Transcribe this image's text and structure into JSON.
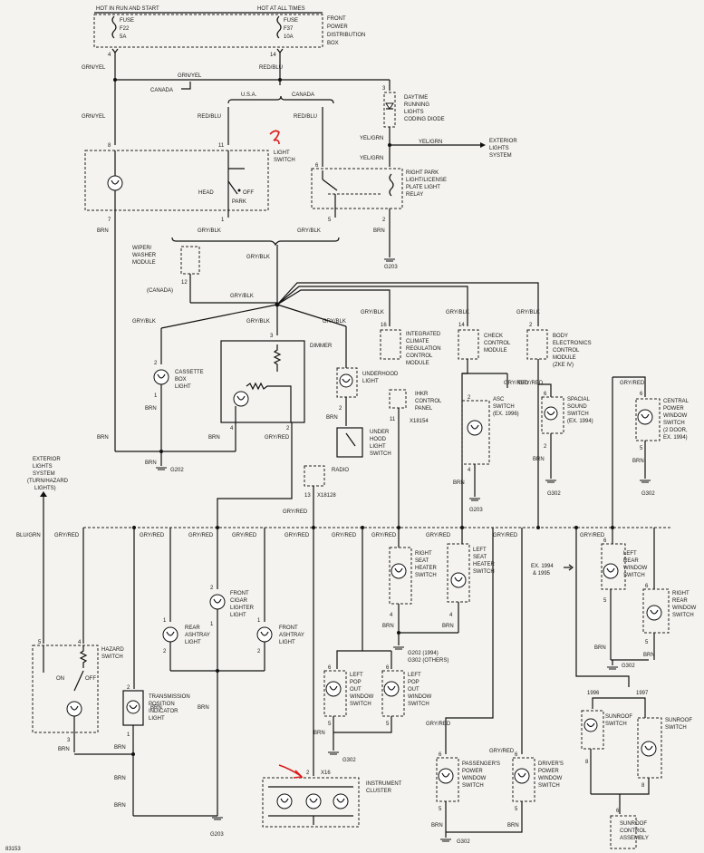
{
  "header": {
    "hot_run_start": "HOT IN RUN AND START",
    "hot_all_times": "HOT AT ALL TIMES",
    "fuse_f22": "FUSE",
    "fuse_f22_id": "F22",
    "fuse_f22_amps": "5A",
    "fuse_f37": "FUSE",
    "fuse_f37_id": "F37",
    "fuse_f37_amps": "10A",
    "fuse_box_1": "FRONT",
    "fuse_box_2": "POWER",
    "fuse_box_3": "DISTRIBUTION",
    "fuse_box_4": "BOX"
  },
  "pins": {
    "p4": "4",
    "p14": "14",
    "p8": "8",
    "p11": "11",
    "p6": "6",
    "p3": "3",
    "p7": "7",
    "p1": "1",
    "p5": "5",
    "p2": "2",
    "p12": "12",
    "p16": "16",
    "p13": "13"
  },
  "wires": {
    "grn_yel": "GRN/YEL",
    "red_blu": "RED/BLU",
    "canada": "CANADA",
    "usa": "U.S.A.",
    "yel_grn": "YEL/GRN",
    "brn": "BRN",
    "gry_blk": "GRY/BLK",
    "gry_red": "GRY/RED",
    "blu_grn": "BLU/GRN"
  },
  "components": {
    "drl_1": "DAYTIME",
    "drl_2": "RUNNING",
    "drl_3": "LIGHTS",
    "drl_4": "CODING DIODE",
    "ext_lights_1": "EXTERIOR",
    "ext_lights_2": "LIGHTS",
    "ext_lights_3": "SYSTEM",
    "light_switch_1": "LIGHT",
    "light_switch_2": "SWITCH",
    "head": "HEAD",
    "off": "OFF",
    "park": "PARK",
    "relay_1": "RIGHT PARK",
    "relay_2": "LIGHT/LICENSE",
    "relay_3": "PLATE LIGHT",
    "relay_4": "RELAY",
    "g203": "G203",
    "g202": "G202",
    "g302": "G302",
    "wiper_1": "WIPER/",
    "wiper_2": "WASHER",
    "wiper_3": "MODULE",
    "canada_paren": "(CANADA)",
    "climate_1": "INTEGRATED",
    "climate_2": "CLIMATE",
    "climate_3": "REGULATION",
    "climate_4": "CONTROL",
    "climate_5": "MODULE",
    "check_1": "CHECK",
    "check_2": "CONTROL",
    "check_3": "MODULE",
    "body_1": "BODY",
    "body_2": "ELECTRONICS",
    "body_3": "CONTROL",
    "body_4": "MODULE",
    "body_5": "(ZKE IV)",
    "dimmer": "DIMMER",
    "cassette_1": "CASSETTE",
    "cassette_2": "BOX",
    "cassette_3": "LIGHT",
    "underhood_1": "UNDERHOOD",
    "underhood_2": "LIGHT",
    "uh_switch_1": "UNDER",
    "uh_switch_2": "HOOD",
    "uh_switch_3": "LIGHT",
    "uh_switch_4": "SWITCH",
    "ihkr_1": "IHKR",
    "ihkr_2": "CONTROL",
    "ihkr_3": "PANEL",
    "x18154": "X18154",
    "x18128": "X18128",
    "x16": "X16",
    "radio": "RADIO",
    "asc_1": "ASC",
    "asc_2": "SWITCH",
    "asc_3": "(EX. 1996)",
    "spacial_1": "SPACIAL",
    "spacial_2": "SOUND",
    "spacial_3": "SWITCH",
    "spacial_4": "(EX. 1994)",
    "cpws_1": "CENTRAL",
    "cpws_2": "POWER",
    "cpws_3": "WINDOW",
    "cpws_4": "SWITCH",
    "cpws_5": "(2 DOOR,",
    "cpws_6": "EX. 1994)",
    "ext_hz_1": "EXTERIOR",
    "ext_hz_2": "LIGHTS",
    "ext_hz_3": "SYSTEM",
    "ext_hz_4": "(TURN/HAZARD",
    "ext_hz_5": "LIGHTS)",
    "rs_heat_1": "RIGHT",
    "rs_heat_2": "SEAT",
    "rs_heat_3": "HEATER",
    "rs_heat_4": "SWITCH",
    "ls_heat_1": "LEFT",
    "ls_heat_2": "SEAT",
    "ls_heat_3": "HEATER",
    "ls_heat_4": "SWITCH",
    "ex_1994": "EX. 1994",
    "and_1995": "& 1995",
    "lrw_1": "LEFT",
    "lrw_2": "REAR",
    "lrw_3": "WINDOW",
    "lrw_4": "SWITCH",
    "rrw_1": "RIGHT",
    "rrw_2": "REAR",
    "rrw_3": "WINDOW",
    "rrw_4": "SWITCH",
    "cigar_1": "FRONT",
    "cigar_2": "CIGAR",
    "cigar_3": "LIGHTER",
    "cigar_4": "LIGHT",
    "rear_ash_1": "REAR",
    "rear_ash_2": "ASHTRAY",
    "rear_ash_3": "LIGHT",
    "front_ash_1": "FRONT",
    "front_ash_2": "ASHTRAY",
    "front_ash_3": "LIGHT",
    "g202_1994": "G202 (1994)",
    "g302_others": "G302 (OTHERS)",
    "hazard_1": "HAZARD",
    "hazard_2": "SWITCH",
    "on": "ON",
    "tpi_1": "TRANSMISSION",
    "tpi_2": "POSITION",
    "tpi_3": "INDICATOR",
    "tpi_4": "LIGHT",
    "lpw_1": "LEFT",
    "lpw_2": "POP",
    "lpw_3": "OUT",
    "lpw_4": "WINDOW",
    "lpw_5": "SWITCH",
    "rpw_1": "LEFT",
    "rpw_2": "POP",
    "rpw_3": "OUT",
    "rpw_4": "WINDOW",
    "rpw_5": "SWITCH",
    "ppw_1": "PASSENGER'S",
    "ppw_2": "POWER",
    "ppw_3": "WINDOW",
    "ppw_4": "SWITCH",
    "dpw_1": "DRIVER'S",
    "dpw_2": "POWER",
    "dpw_3": "WINDOW",
    "dpw_4": "SWITCH",
    "y1996": "1996",
    "y1997": "1997",
    "sun1_1": "SUNROOF",
    "sun1_2": "SWITCH",
    "sun2_1": "SUNROOF",
    "sun2_2": "SWITCH",
    "sunctl_1": "SUNROOF",
    "sunctl_2": "CONTROL",
    "sunctl_3": "ASSEMBLY",
    "cluster_1": "INSTRUMENT",
    "cluster_2": "CLUSTER"
  },
  "footer_code": "83153",
  "colors": {
    "ink": "#111111",
    "paper": "#f4f3ef",
    "annotation": "#d91b1b"
  }
}
